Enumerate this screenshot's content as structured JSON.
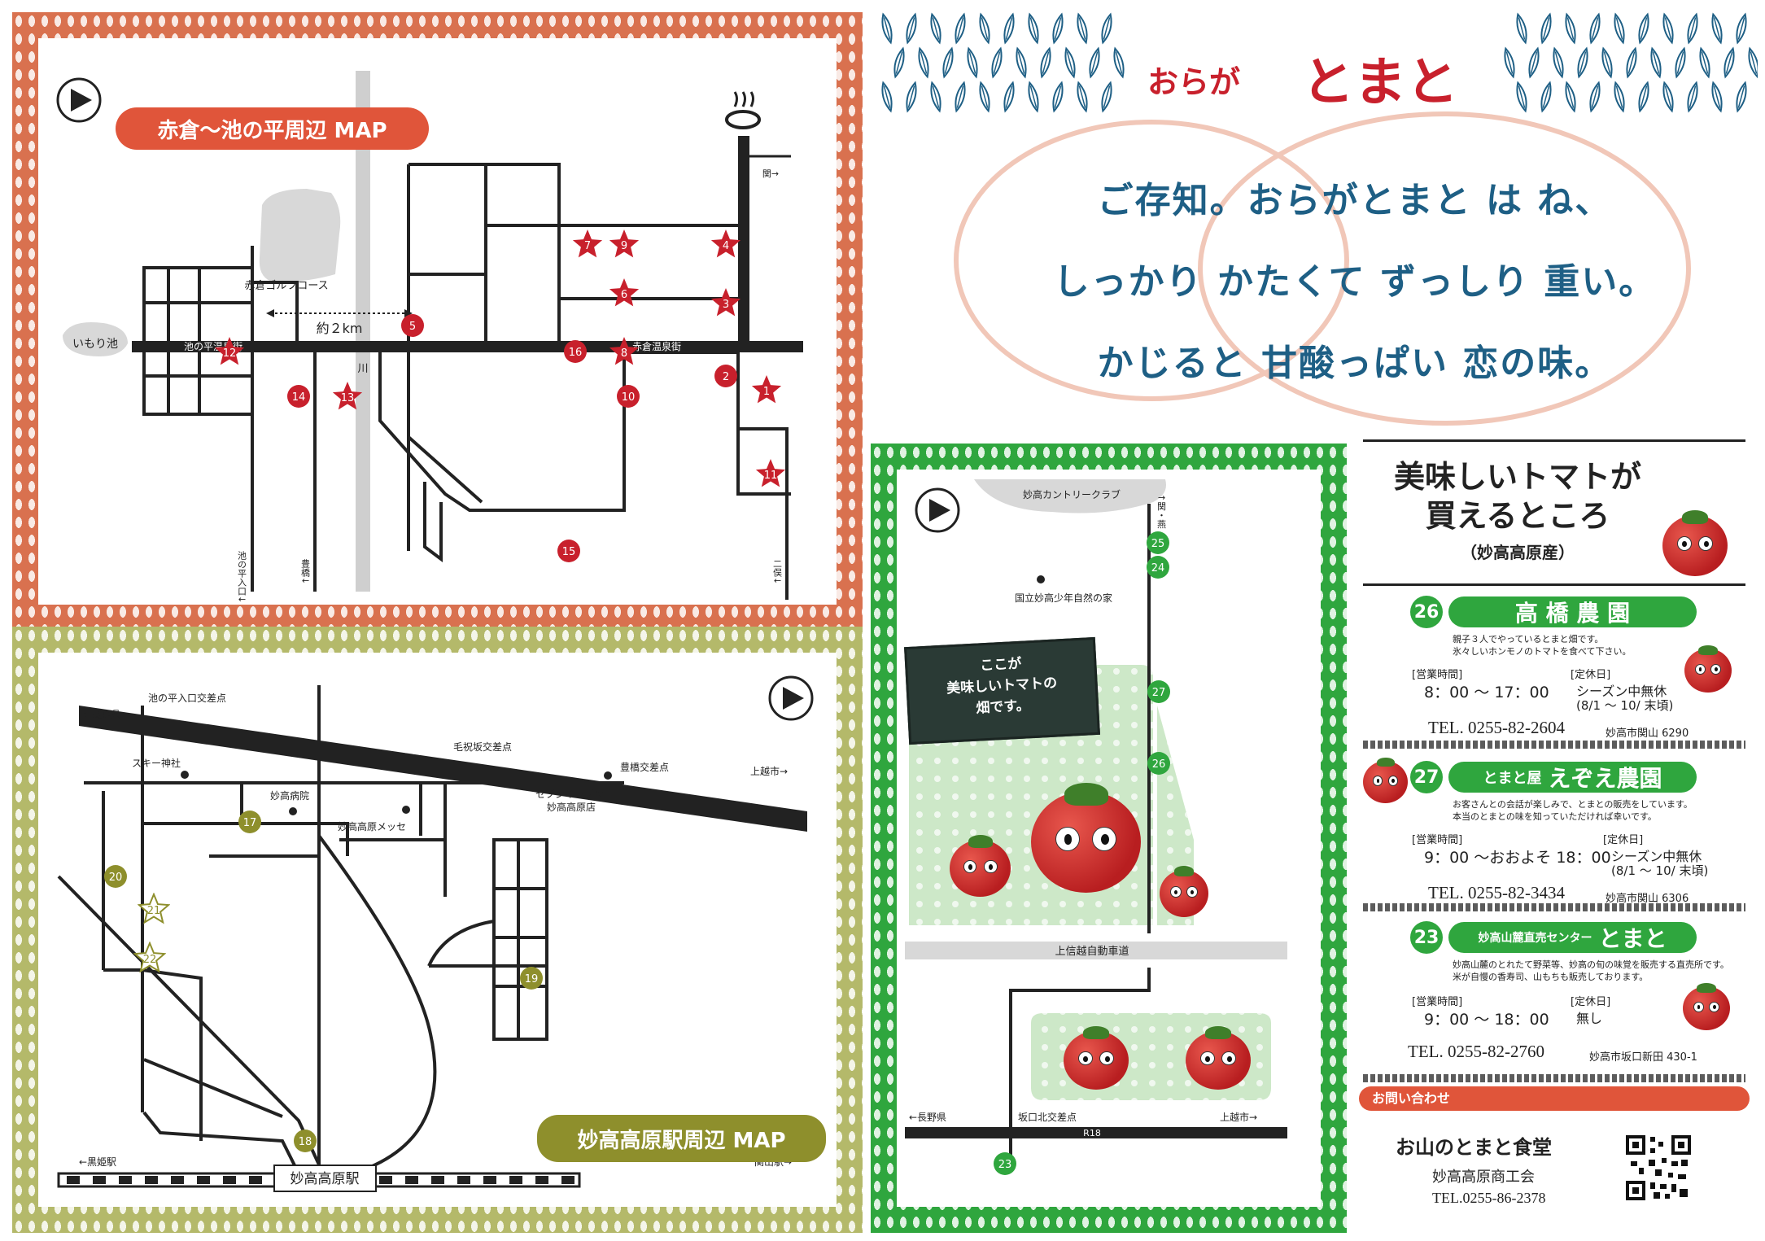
{
  "colors": {
    "orange": "#d9714f",
    "olive": "#b4b96a",
    "green": "#2fa63e",
    "red": "#c8202c",
    "blue": "#1e5f85"
  },
  "map_akakura": {
    "title": "赤倉～池の平周辺 MAP",
    "labels": {
      "golf": "赤倉ゴルフコース",
      "pond": "いもり池",
      "street_left": "池の平温泉街",
      "street_right": "赤倉温泉街",
      "river": "川",
      "distance": "約２km",
      "seki": "関→",
      "ikenotaira_entrance": "池の平入口↓",
      "toyohashi": "豊橋↓",
      "futamata": "二俣↓"
    },
    "markers": [
      "1",
      "2",
      "3",
      "4",
      "5",
      "6",
      "7",
      "8",
      "9",
      "10",
      "11",
      "12",
      "13",
      "14",
      "15",
      "16"
    ]
  },
  "map_station": {
    "title": "妙高高原駅周辺 MAP",
    "labels": {
      "ikenotaira_xing": "池の平入口交差点",
      "nagano": "←長野県",
      "ski_shrine": "スキー神社",
      "r18": "R18",
      "moshukuzaka": "毛祝坂交差点",
      "toyohashi_xing": "豊橋交差点",
      "joetsu": "上越市→",
      "seven": "セブンイレブン",
      "seven_store": "妙高高原店",
      "hospital": "妙高病院",
      "messe": "妙高高原メッセ",
      "kurohime": "←黒姫駅",
      "sekiyama": "関山駅→",
      "station": "妙高高原駅"
    },
    "markers": [
      "17",
      "18",
      "19",
      "20",
      "21",
      "22"
    ]
  },
  "map_sekiyama": {
    "labels": {
      "country_club": "妙高カントリークラブ",
      "seki_tsubame": "↑関・燕",
      "nature_house": "国立妙高少年自然の家",
      "expressway": "上信越自動車道",
      "nagano": "←長野県",
      "sakaguchi": "坂口北交差点",
      "joetsu": "上越市→",
      "r18": "R18"
    },
    "sign": [
      "ここが",
      "美味しいトマトの",
      "畑です。"
    ],
    "markers": [
      "23",
      "24",
      "25",
      "26",
      "27"
    ]
  },
  "header": {
    "small": "おらが",
    "big": "とまと",
    "lines": [
      "ご存知。おらがとまと は ね、",
      "しっかり かたくて ずっしり 重い。",
      "かじると 甘酸っぱい 恋の味。"
    ]
  },
  "shops": {
    "title_l1": "美味しいトマトが",
    "title_l2": "買えるところ",
    "subtitle": "（妙高高原産）",
    "hours_label": "[営業時間]",
    "closed_label": "[定休日]",
    "entries": [
      {
        "num": "26",
        "name": "高 橋 農 園",
        "desc_1": "親子３人でやっているとまと畑です。",
        "desc_2": "氷々しいホンモノのトマトを食べて下さい。",
        "hours": "8：00 ～ 17：00",
        "closed_1": "シーズン中無休",
        "closed_2": "(8/1 ～ 10/ 末頃)",
        "tel": "TEL. 0255-82-2604",
        "addr": "妙高市関山 6290"
      },
      {
        "num": "27",
        "name_small": "とまと屋",
        "name_big": "えぞえ農園",
        "desc_1": "お客さんとの会話が楽しみで、とまとの販売をしています。",
        "desc_2": "本当のとまとの味を知っていただければ幸いです。",
        "hours": "9：00 ～おおよそ 18：00",
        "closed_1": "シーズン中無休",
        "closed_2": "(8/1 ～ 10/ 末頃)",
        "tel": "TEL. 0255-82-3434",
        "addr": "妙高市関山 6306"
      },
      {
        "num": "23",
        "name_small": "妙高山麓直売センター",
        "name_big": "とまと",
        "desc_1": "妙高山麓のとれたて野菜等、妙高の旬の味覚を販売する直売所です。",
        "desc_2": "米が自慢の香寿司、山もちも販売しております。",
        "hours": "9：00 ～ 18：00",
        "closed_1": "無し",
        "tel": "TEL. 0255-82-2760",
        "addr": "妙高市坂口新田 430-1"
      }
    ],
    "contact_label": "お問い合わせ",
    "org_name": "お山のとまと食堂",
    "org_sub": "妙高高原商工会",
    "org_tel": "TEL.0255-86-2378"
  }
}
